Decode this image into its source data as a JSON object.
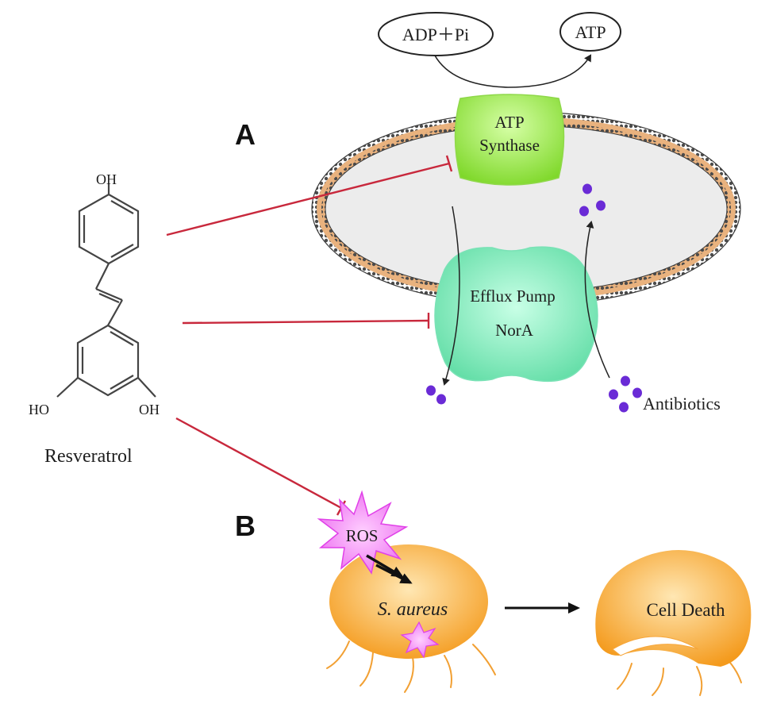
{
  "panels": {
    "a": "A",
    "b": "B"
  },
  "molecule": {
    "name": "Resveratrol",
    "groups": {
      "top": "OH",
      "bottom_left": "HO",
      "bottom_right": "OH"
    }
  },
  "energy": {
    "substrate": "ADP＋Pi",
    "product": "ATP"
  },
  "atp_synthase": {
    "line1": "ATP",
    "line2": "Synthase"
  },
  "efflux_pump": {
    "line1": "Efflux Pump",
    "line2": "NorA"
  },
  "antibiotics_label": "Antibiotics",
  "ros_label": "ROS",
  "bacterium_label": "S. aureus",
  "dead_cell_label": "Cell Death",
  "colors": {
    "inhibition": "#c8283c",
    "membrane": "#e8b07a",
    "synthase": "#8ee43a",
    "pump": "#6fe8b4",
    "particles": "#6a2bd6",
    "ros": "#f07af0",
    "cell": "#f7a22a"
  }
}
